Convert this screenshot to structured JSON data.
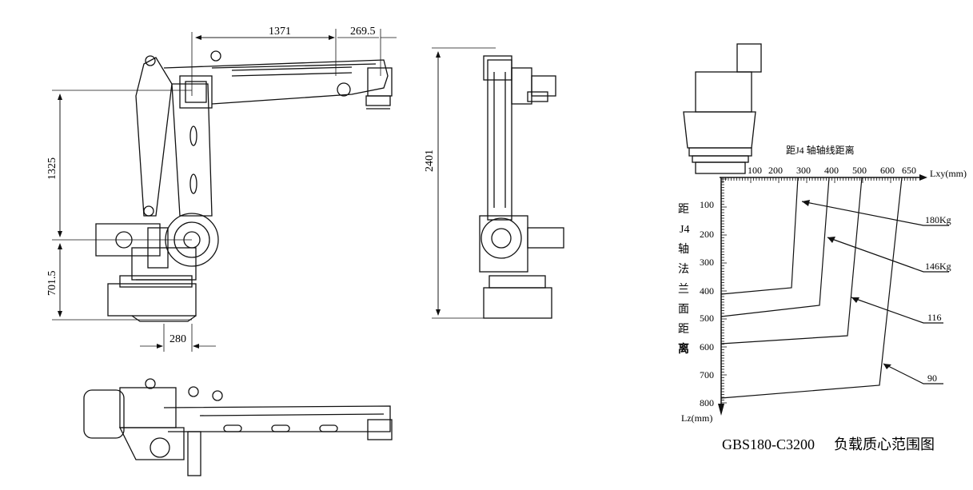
{
  "dimensions": {
    "reach": "1371",
    "offset": "269.5",
    "upper_height": "1325",
    "base_height": "701.5",
    "base_offset": "280",
    "total_height": "2401"
  },
  "load_chart": {
    "top_title": "距J4 轴轴线距离",
    "x_axis_label": "Lxy(mm)",
    "x_ticks": [
      "100",
      "200",
      "300",
      "400",
      "500",
      "600",
      "650"
    ],
    "y_axis_label": "Lz(mm)",
    "y_ticks": [
      "100",
      "200",
      "300",
      "400",
      "500",
      "600",
      "700",
      "800"
    ],
    "y_title_chars": [
      "距",
      "J4",
      "轴",
      "法",
      "兰",
      "面",
      "距",
      "离"
    ],
    "curves": [
      "180Kg",
      "146Kg",
      "116",
      "90"
    ],
    "model": "GBS180-C3200",
    "caption": "负载质心范围图"
  },
  "colors": {
    "line": "#111111",
    "background": "#ffffff"
  }
}
